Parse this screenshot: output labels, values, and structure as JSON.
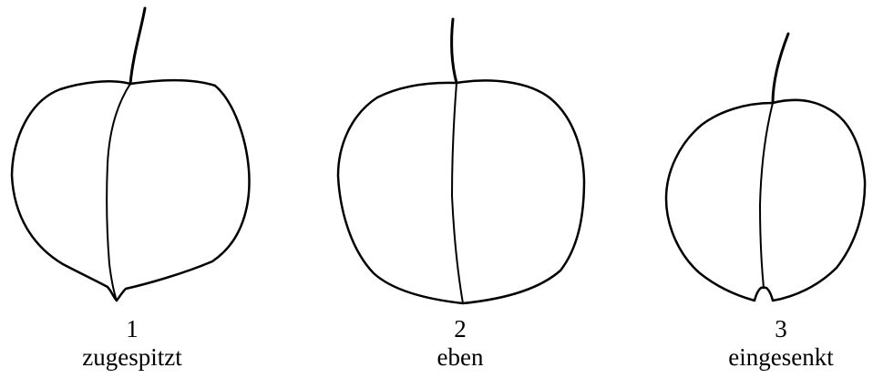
{
  "figures": [
    {
      "number": "1",
      "label": "zugespitzt"
    },
    {
      "number": "2",
      "label": "eben"
    },
    {
      "number": "3",
      "label": "eingesenkt"
    }
  ],
  "colors": {
    "ink": "#000000",
    "background": "#ffffff"
  }
}
